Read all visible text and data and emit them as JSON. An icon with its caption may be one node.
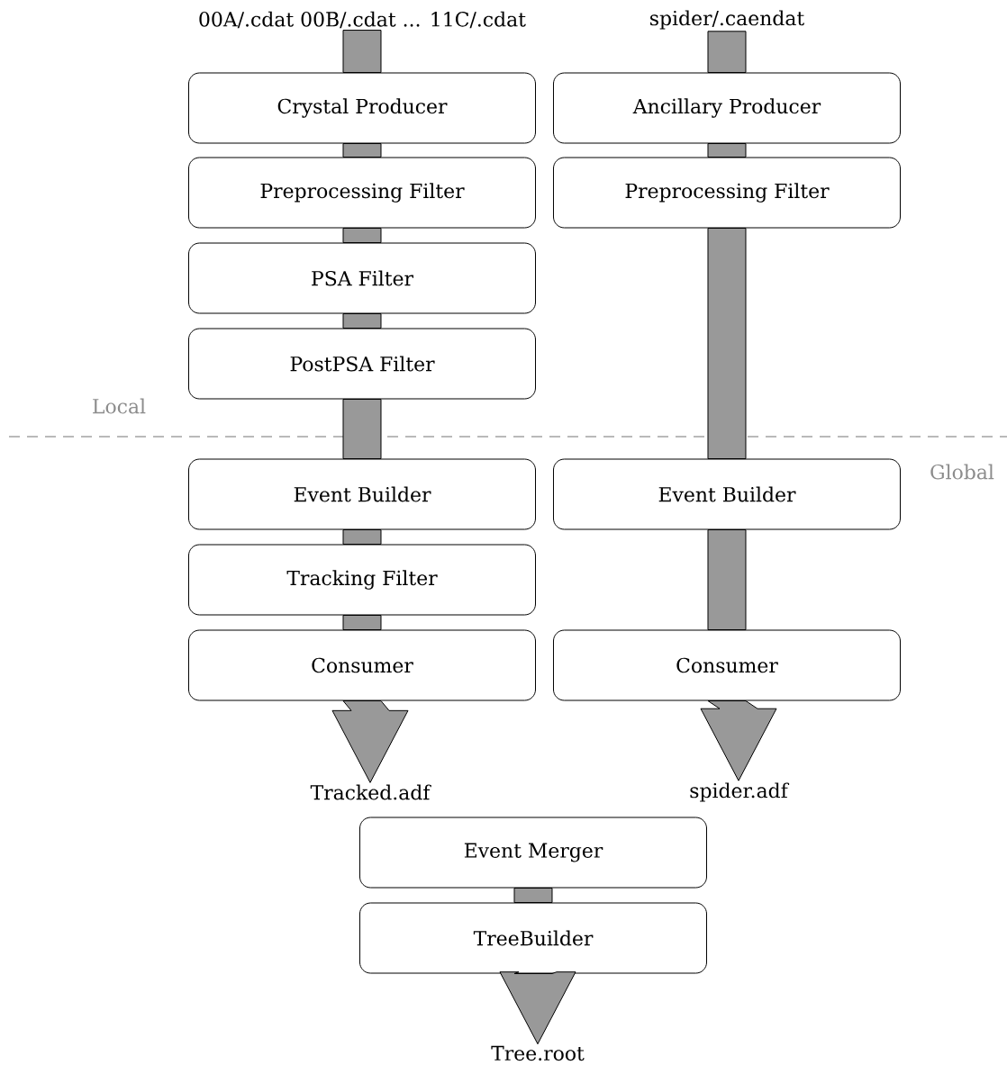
{
  "diagram": {
    "nodes": [
      {
        "text": [
          "00A/.cdat 00B/.cdat ... 11C/.cdat"
        ]
      },
      {
        "text": [
          "spider/.caendat"
        ]
      },
      {
        "text": [
          "Crystal Producer"
        ]
      },
      {
        "text": [
          "Preprocessing Filter"
        ]
      },
      {
        "text": [
          "PSA Filter"
        ]
      },
      {
        "text": [
          "PostPSA Filter"
        ]
      },
      {
        "text": [
          "Event Builder"
        ]
      },
      {
        "text": [
          "Tracking Filter"
        ]
      },
      {
        "text": [
          "Consumer"
        ]
      },
      {
        "text": [
          "Ancillary Producer"
        ]
      },
      {
        "text": [
          "Preprocessing Filter"
        ]
      },
      {
        "text": [
          "Event Builder"
        ]
      },
      {
        "text": [
          "Consumer"
        ]
      },
      {
        "text": [
          "Tracked.adf"
        ]
      },
      {
        "text": [
          "spider.adf"
        ]
      },
      {
        "text": [
          "Event Merger"
        ]
      },
      {
        "text": [
          "TreeBuilder"
        ]
      },
      {
        "text": [
          "Tree.root"
        ]
      }
    ],
    "edges": [
      {
        "from": 0,
        "to": 2,
        "arrow": "none"
      },
      {
        "from": 2,
        "to": 3,
        "arrow": "none"
      },
      {
        "from": 3,
        "to": 4,
        "arrow": "none"
      },
      {
        "from": 4,
        "to": 5,
        "arrow": "none"
      },
      {
        "from": 5,
        "to": 6,
        "arrow": "none"
      },
      {
        "from": 6,
        "to": 7,
        "arrow": "none"
      },
      {
        "from": 7,
        "to": 8,
        "arrow": "none"
      },
      {
        "from": 8,
        "to": 13,
        "arrow": "to"
      },
      {
        "from": 1,
        "to": 9,
        "arrow": "none"
      },
      {
        "from": 9,
        "to": 10,
        "arrow": "none"
      },
      {
        "from": 10,
        "to": 11,
        "arrow": "none"
      },
      {
        "from": 11,
        "to": 12,
        "arrow": "none"
      },
      {
        "from": 12,
        "to": 14,
        "arrow": "to"
      },
      {
        "from": 15,
        "to": 16,
        "arrow": "none"
      },
      {
        "from": 16,
        "to": 17,
        "arrow": "to"
      }
    ],
    "labels": [
      "Local",
      "Global"
    ]
  }
}
